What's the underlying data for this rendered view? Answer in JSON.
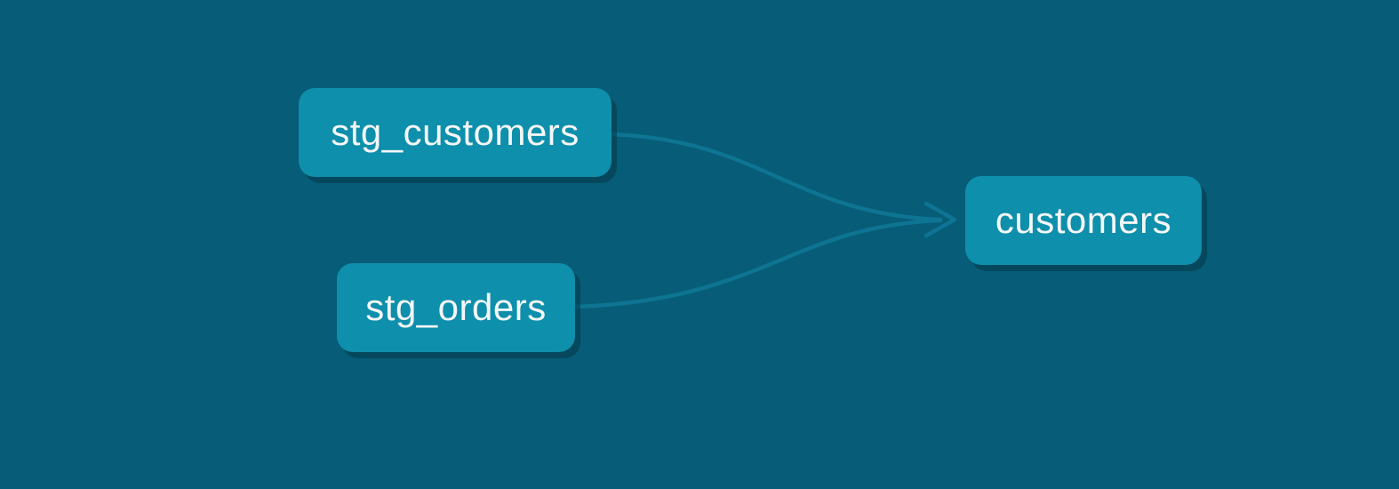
{
  "diagram": {
    "type": "lineage-graph",
    "nodes": [
      {
        "id": "stg_customers",
        "label": "stg_customers"
      },
      {
        "id": "stg_orders",
        "label": "stg_orders"
      },
      {
        "id": "customers",
        "label": "customers"
      }
    ],
    "edges": [
      {
        "from": "stg_customers",
        "to": "customers"
      },
      {
        "from": "stg_orders",
        "to": "customers"
      }
    ],
    "colors": {
      "background": "#075c77",
      "node_fill": "#0e8fac",
      "node_shadow": "#033848",
      "edge": "#0d7492",
      "text": "#f4f7f7"
    }
  }
}
